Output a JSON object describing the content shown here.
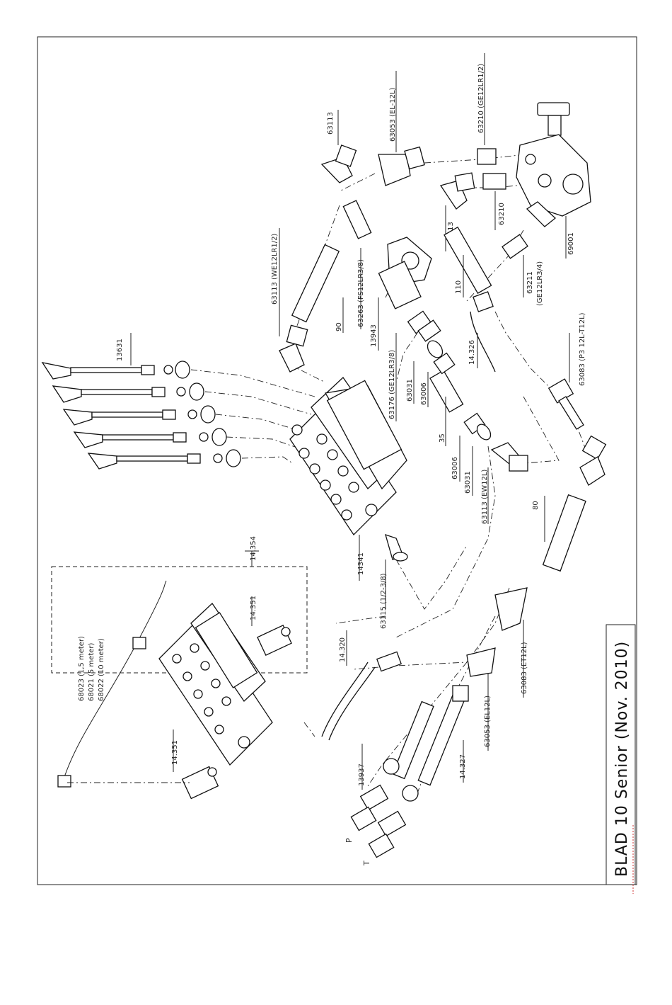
{
  "title": "BLAD 10  Senior (Nov. 2010)",
  "inset_label": "14.354",
  "labels": {
    "p63113_top": "63113",
    "p63053_top": "63053 (EL-12L)",
    "p63210_top": "63210 (GE12LR1/2)",
    "p63113_b": "63113",
    "p63210_b": "63210",
    "p69001": "69001",
    "p63211": "63211",
    "p63211b": "(GE12LR3/4)",
    "p110": "110",
    "p13943": "13943",
    "p63263": "63263 (FS12LR3/8)",
    "p90": "90",
    "p63113_we": "63113 (WE12LR1/2)",
    "p14326": "14.326",
    "p63176": "63176 (GE12LR3/8)",
    "p63031a": "63031",
    "p63006a": "63006",
    "p63083a": "63083 (P3 12L-T12L)",
    "p13631": "13631",
    "p35": "35",
    "p63006b": "63006",
    "p63031b": "63031",
    "p63113_ew": "63113 (EW12L)",
    "p80": "80",
    "p14341": "14341",
    "p63115": "63115 (1/2-3/8)",
    "p14320": "14.320",
    "p63083b": "63083 (ET12L)",
    "p63053b": "63053 (EL12L)",
    "p14327": "14.327",
    "p13937": "13937",
    "pP": "P",
    "pT": "T",
    "p14351a": "14.351",
    "p14351b": "14.351",
    "p68023": "68023 (1,5 meter)",
    "p68021": "68021 (5 meter)",
    "p68022": "68022 (10 meter)"
  }
}
